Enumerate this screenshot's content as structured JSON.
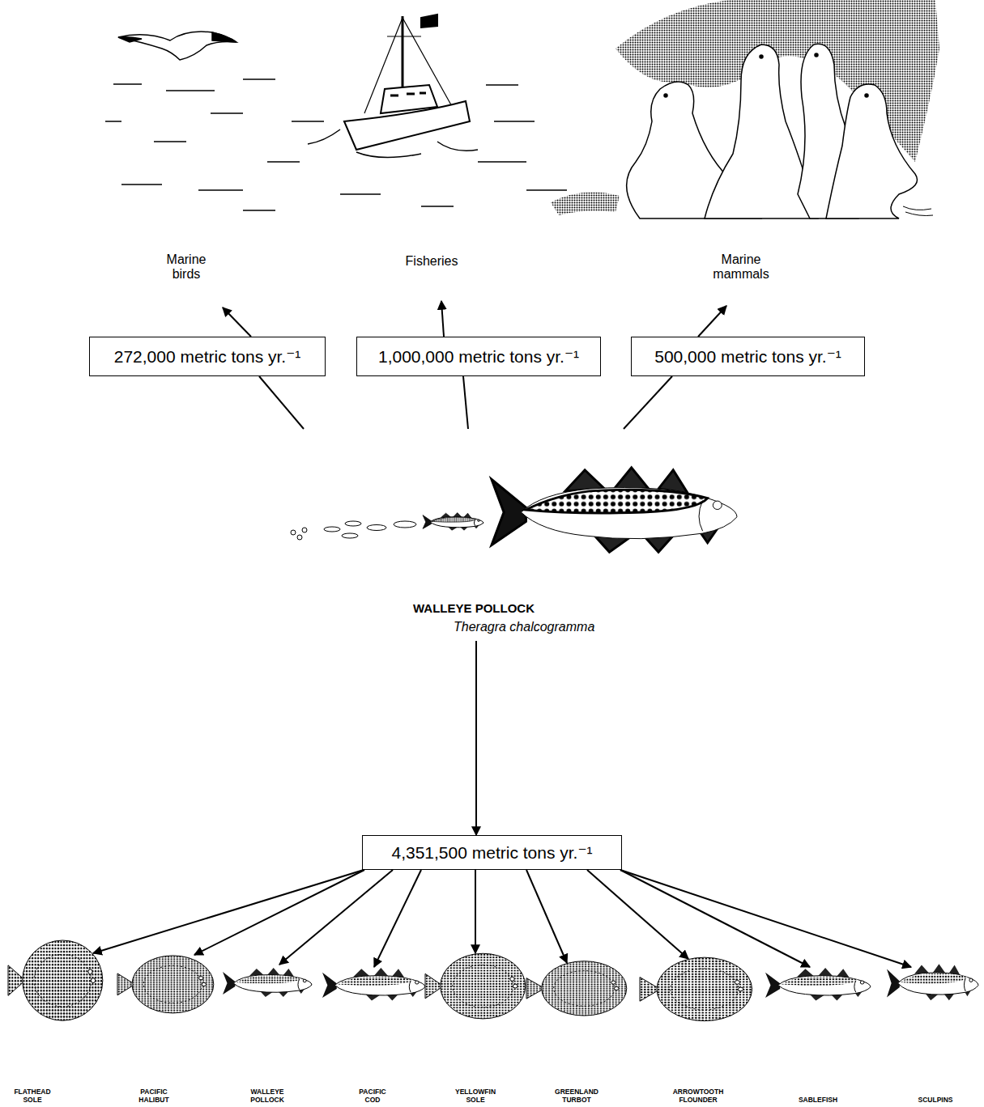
{
  "diagram": {
    "nodes": [
      {
        "text": [
          "Marine birds"
        ]
      },
      {
        "text": [
          "Fisheries"
        ]
      },
      {
        "text": [
          "Marine mammals"
        ]
      },
      {
        "text": [
          "272,000 metric tons yr.⁻¹"
        ]
      },
      {
        "text": [
          "1,000,000 metric tons yr.⁻¹"
        ]
      },
      {
        "text": [
          "500,000 metric tons yr.⁻¹"
        ]
      },
      {
        "text": [
          "WALLEYE POLLOCK",
          "Theragra chalcogramma"
        ]
      },
      {
        "text": [
          "4,351,500 metric tons yr.⁻¹"
        ]
      },
      {
        "text": [
          "FLATHEAD SOLE"
        ]
      },
      {
        "text": [
          "PACIFIC HALIBUT"
        ]
      },
      {
        "text": [
          "WALLEYE POLLOCK"
        ]
      },
      {
        "text": [
          "PACIFIC COD"
        ]
      },
      {
        "text": [
          "YELLOWFIN SOLE"
        ]
      },
      {
        "text": [
          "GREENLAND TURBOT"
        ]
      },
      {
        "text": [
          "ARROWTOOTH FLOUNDER"
        ]
      },
      {
        "text": [
          "SABLEFISH"
        ]
      },
      {
        "text": [
          "SCULPINS"
        ]
      }
    ],
    "edges": [
      {
        "from": 6,
        "to": 3,
        "arrow": "none"
      },
      {
        "from": 3,
        "to": 0,
        "arrow": "to"
      },
      {
        "from": 6,
        "to": 4,
        "arrow": "none"
      },
      {
        "from": 4,
        "to": 1,
        "arrow": "to"
      },
      {
        "from": 6,
        "to": 5,
        "arrow": "none"
      },
      {
        "from": 5,
        "to": 2,
        "arrow": "to"
      },
      {
        "from": 6,
        "to": 7,
        "arrow": "to"
      },
      {
        "from": 7,
        "to": 8,
        "arrow": "to"
      },
      {
        "from": 7,
        "to": 9,
        "arrow": "to"
      },
      {
        "from": 7,
        "to": 10,
        "arrow": "to"
      },
      {
        "from": 7,
        "to": 11,
        "arrow": "to"
      },
      {
        "from": 7,
        "to": 12,
        "arrow": "to"
      },
      {
        "from": 7,
        "to": 13,
        "arrow": "to"
      },
      {
        "from": 7,
        "to": 14,
        "arrow": "to"
      },
      {
        "from": 7,
        "to": 15,
        "arrow": "to"
      },
      {
        "from": 7,
        "to": 16,
        "arrow": "to"
      }
    ]
  }
}
